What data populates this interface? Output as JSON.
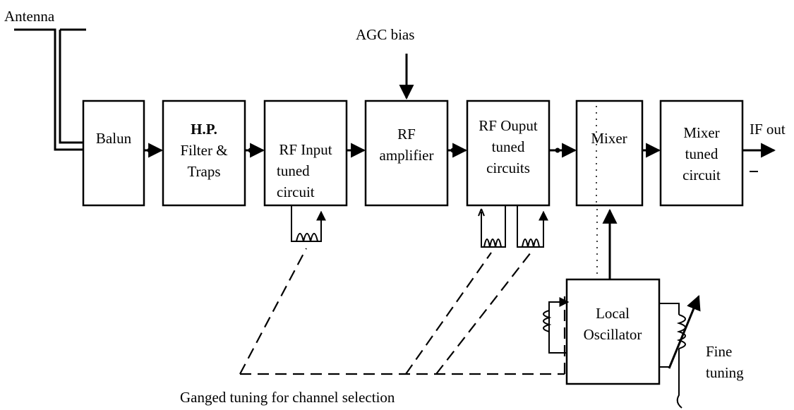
{
  "labels": {
    "antenna": "Antenna",
    "agc_bias": "AGC bias",
    "if_out": "IF out",
    "ganged_tuning": "Ganged tuning for channel selection",
    "fine_tuning": [
      "Fine",
      "tuning"
    ]
  },
  "blocks": {
    "balun": [
      "Balun"
    ],
    "hp_filter": [
      "H.P.",
      "Filter &",
      "Traps"
    ],
    "rf_input": [
      "RF Input",
      "tuned",
      "circuit"
    ],
    "rf_amplifier": [
      "RF",
      "amplifier"
    ],
    "rf_output": [
      "RF Ouput",
      "tuned",
      "circuits"
    ],
    "mixer": [
      "Mixer"
    ],
    "mixer_tuned": [
      "Mixer",
      "tuned",
      "circuit"
    ],
    "local_oscillator": [
      "Local",
      "Oscillator"
    ]
  }
}
